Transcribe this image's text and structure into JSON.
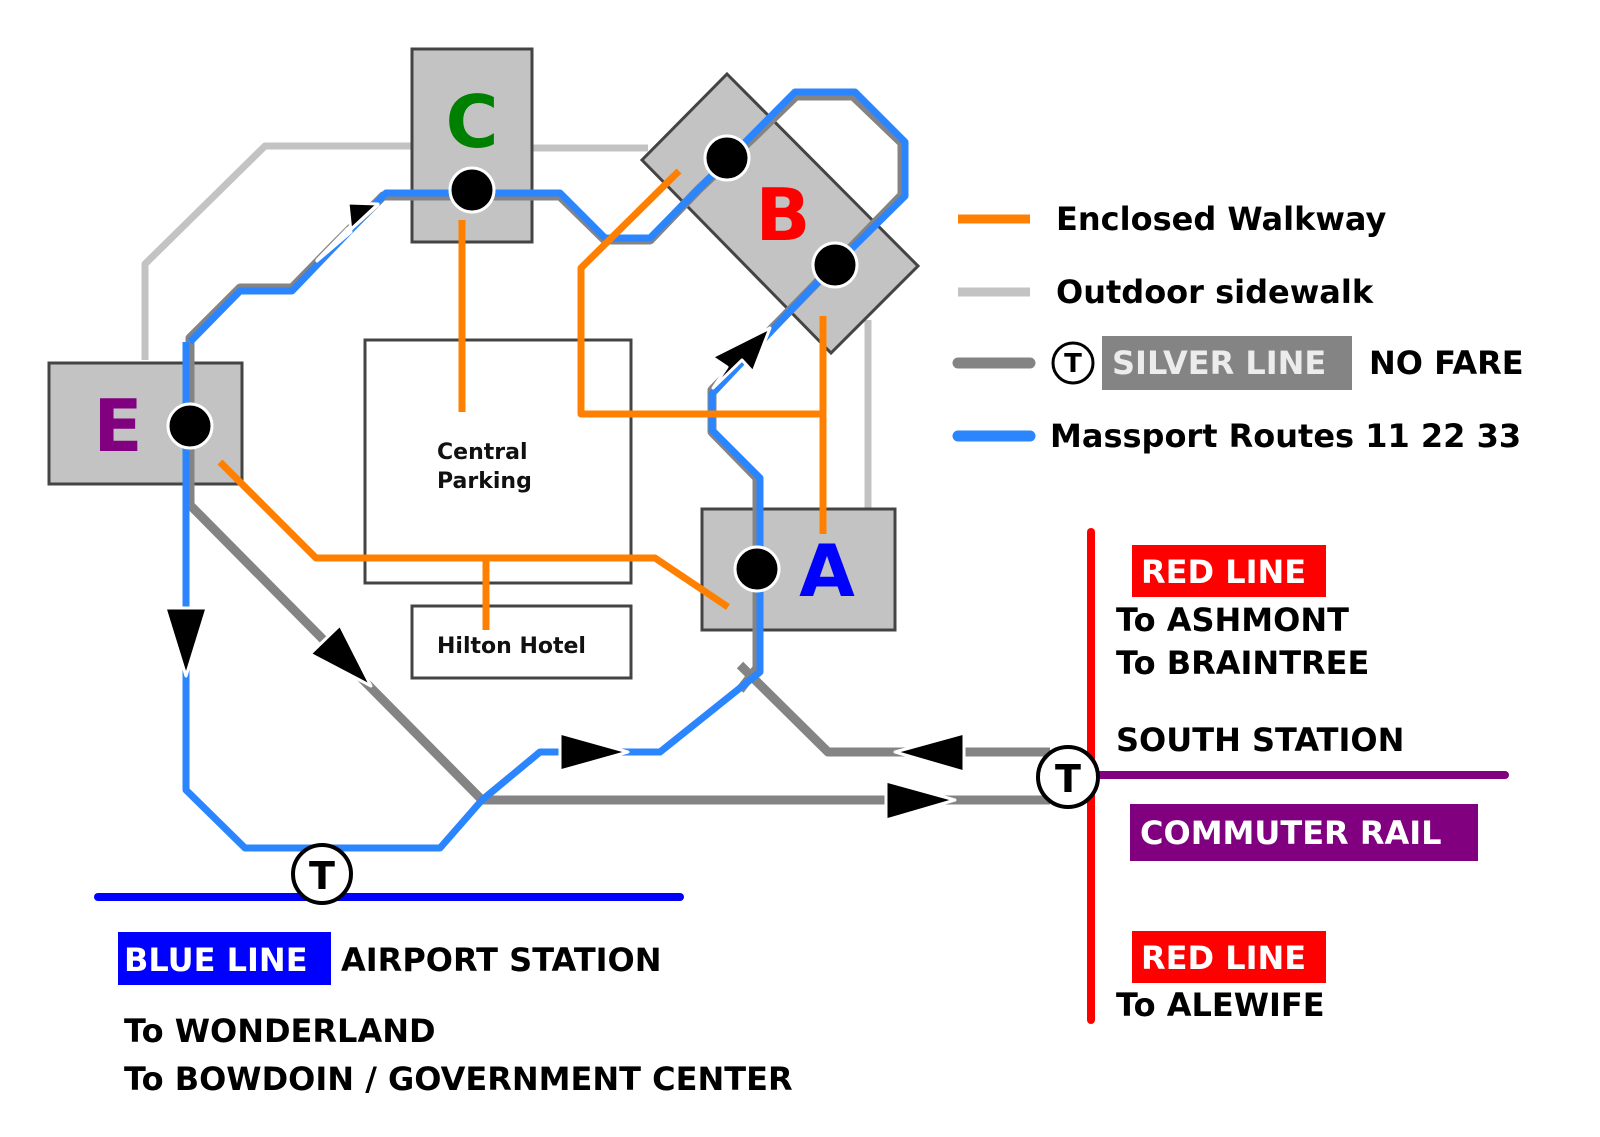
{
  "terminals": {
    "a": {
      "letter": "A",
      "color": "#0000ff"
    },
    "b": {
      "letter": "B",
      "color": "#ff0000"
    },
    "c": {
      "letter": "C",
      "color": "#008000"
    },
    "e": {
      "letter": "E",
      "color": "#800080"
    }
  },
  "buildings": {
    "central_parking": {
      "line1": "Central",
      "line2": "Parking"
    },
    "hilton_hotel": {
      "label": "Hilton Hotel"
    }
  },
  "legend": {
    "enclosed_walkway": {
      "label": "Enclosed Walkway",
      "color": "#ff8000"
    },
    "outdoor_sidewalk": {
      "label": "Outdoor sidewalk",
      "color": "#c3c3c3"
    },
    "silver_line": {
      "badge": "SILVER LINE",
      "suffix": "NO FARE",
      "color": "#848484",
      "icon": "t-logo-icon"
    },
    "massport": {
      "label": "Massport Routes 11 22 33",
      "color": "#2a85ff"
    }
  },
  "t_logo": {
    "letter": "T"
  },
  "blue_line": {
    "badge": "BLUE LINE",
    "station": "AIRPORT STATION",
    "dest1": "To WONDERLAND",
    "dest2": "To BOWDOIN / GOVERNMENT CENTER",
    "color": "#0000ff"
  },
  "red_line": {
    "badge_top": "RED LINE",
    "dest_top1": "To ASHMONT",
    "dest_top2": "To BRAINTREE",
    "badge_bottom": "RED LINE",
    "dest_bottom": "To ALEWIFE",
    "color": "#ff0000"
  },
  "south_station": {
    "label": "SOUTH STATION"
  },
  "commuter_rail": {
    "badge": "COMMUTER RAIL",
    "color": "#800080"
  }
}
